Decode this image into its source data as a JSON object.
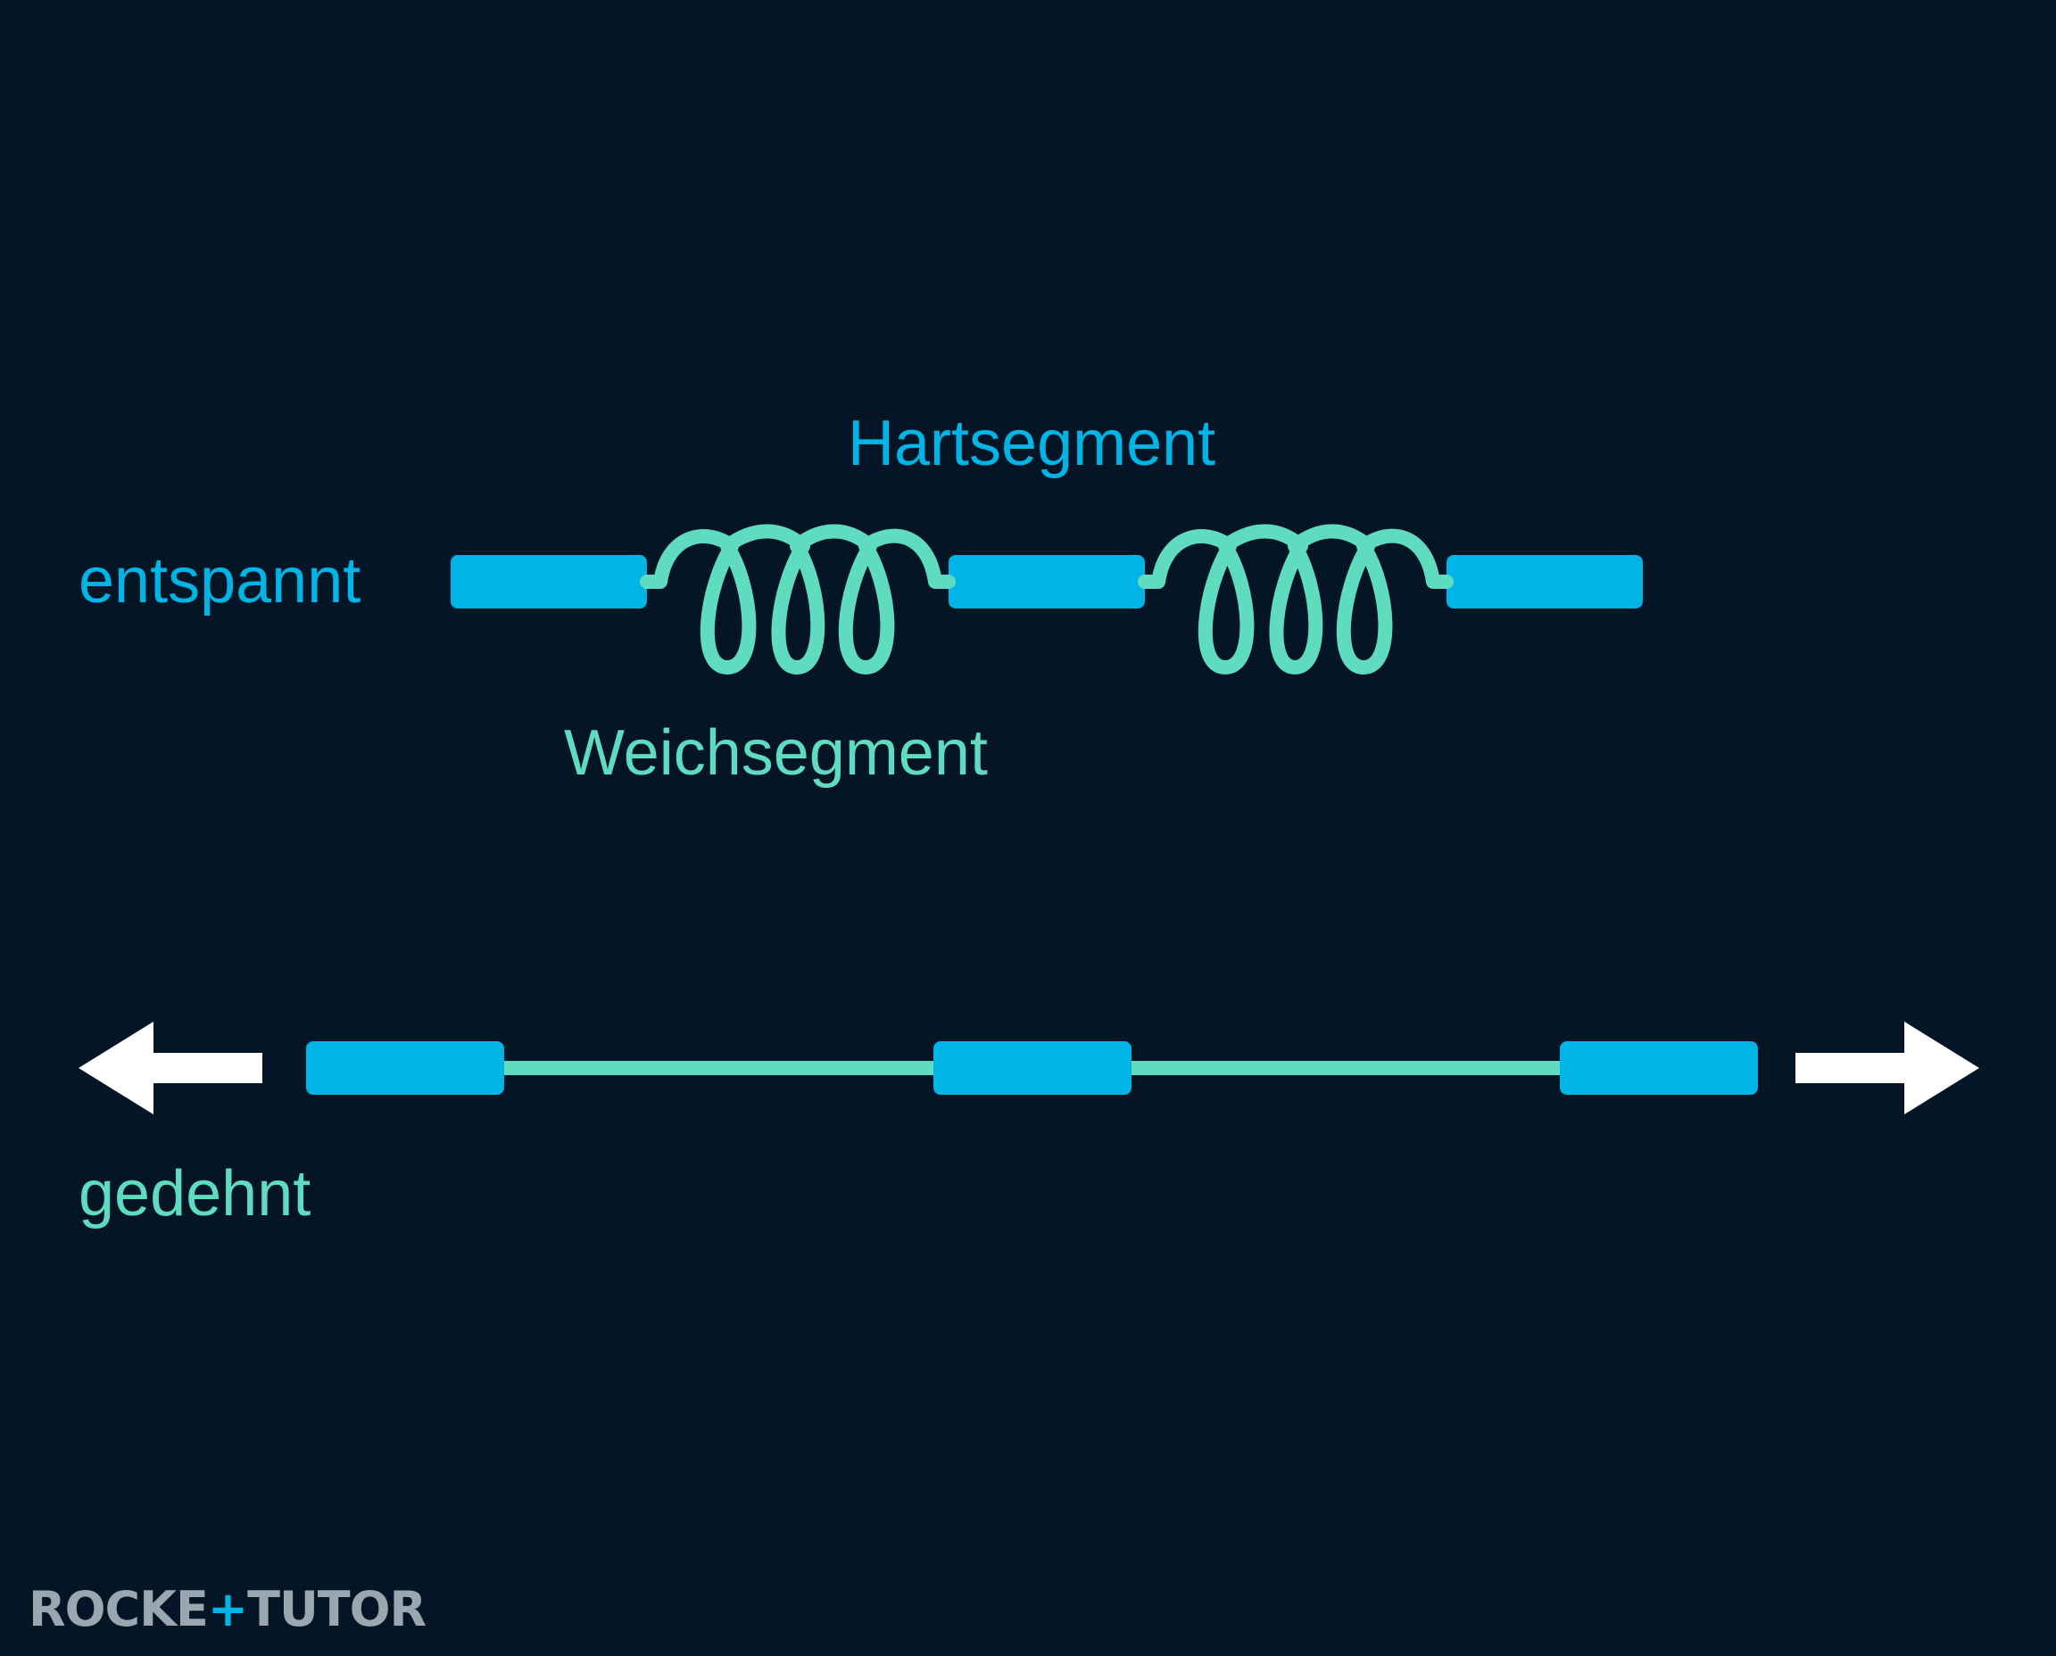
{
  "labels": {
    "relaxed": "entspannt",
    "hard_segment": "Hartsegment",
    "soft_segment": "Weichsegment",
    "stretched": "gedehnt"
  },
  "logo": {
    "part1": "ROCKE",
    "part2": "TUTO",
    "part3": "R"
  },
  "colors": {
    "background": "#041626",
    "hard_segment": "#00b4e6",
    "soft_segment": "#5fdcc0",
    "arrow": "#ffffff",
    "logo": "#9aa6b0",
    "logo_accent": "#00b4e6"
  },
  "icons": {
    "left_arrow": "arrow-left-icon",
    "right_arrow": "arrow-right-icon",
    "spring": "coil-spring-icon"
  }
}
